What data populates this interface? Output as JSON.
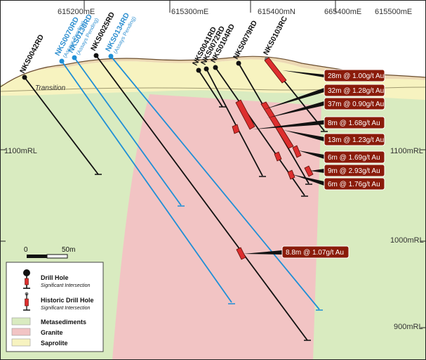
{
  "eastings": [
    "615200mE",
    "615300mE",
    "615400mN",
    "665400mE",
    "615500mE"
  ],
  "rl_labels": [
    "1100mRL",
    "1100mRL",
    "1000mRL",
    "900mRL"
  ],
  "transition_label": "Transition",
  "scale_bar": {
    "start": "0",
    "end": "50m"
  },
  "holes": [
    {
      "id": "NKS0042RD",
      "note": "",
      "historic": false
    },
    {
      "id": "NKS0070RD",
      "note": "(Assays Pending)",
      "historic": false
    },
    {
      "id": "NKS0136RD",
      "note": "(Assays Pending)",
      "historic": false
    },
    {
      "id": "NKS0025RD",
      "note": "",
      "historic": false
    },
    {
      "id": "NKS0134RD",
      "note": "(Assays Pending)",
      "historic": false
    },
    {
      "id": "NKS0041RD",
      "note": "",
      "historic": false
    },
    {
      "id": "NKS0072RD",
      "note": "",
      "historic": false
    },
    {
      "id": "NKS0104RD",
      "note": "",
      "historic": false
    },
    {
      "id": "NKS0079RD",
      "note": "",
      "historic": false
    },
    {
      "id": "NKS0103RC",
      "note": "",
      "historic": true
    }
  ],
  "intercepts": [
    "28m @ 1.00g/t Au",
    "32m @ 1.28g/t Au",
    "37m @ 0.90g/t Au",
    "8m @ 1.68g/t Au",
    "13m @ 1.23g/t Au",
    "6m @ 1.69g/t Au",
    "9m @ 2.93g/t Au",
    "6m @ 1.76g/t Au",
    "8.8m @ 1.07g/t Au"
  ],
  "legend": {
    "drill_hole": "Drill Hole",
    "drill_hole_sub": "Significant Intersection",
    "historic": "Historic Drill Hole",
    "historic_sub": "Significant Intersection",
    "metasediments": "Metasediments",
    "granite": "Granite",
    "saprolite": "Saprolite"
  },
  "colors": {
    "metasediments": "#d9ebc0",
    "granite": "#f2c4c4",
    "saprolite": "#f7f3c0",
    "soil": "#ecd8b4",
    "hole_black": "#111111",
    "hole_blue": "#1f8fd6",
    "hole_label_blue": "#2e8fd0",
    "intercept_red": "#dd2e2e",
    "callout_fill": "#8a1b0a"
  }
}
